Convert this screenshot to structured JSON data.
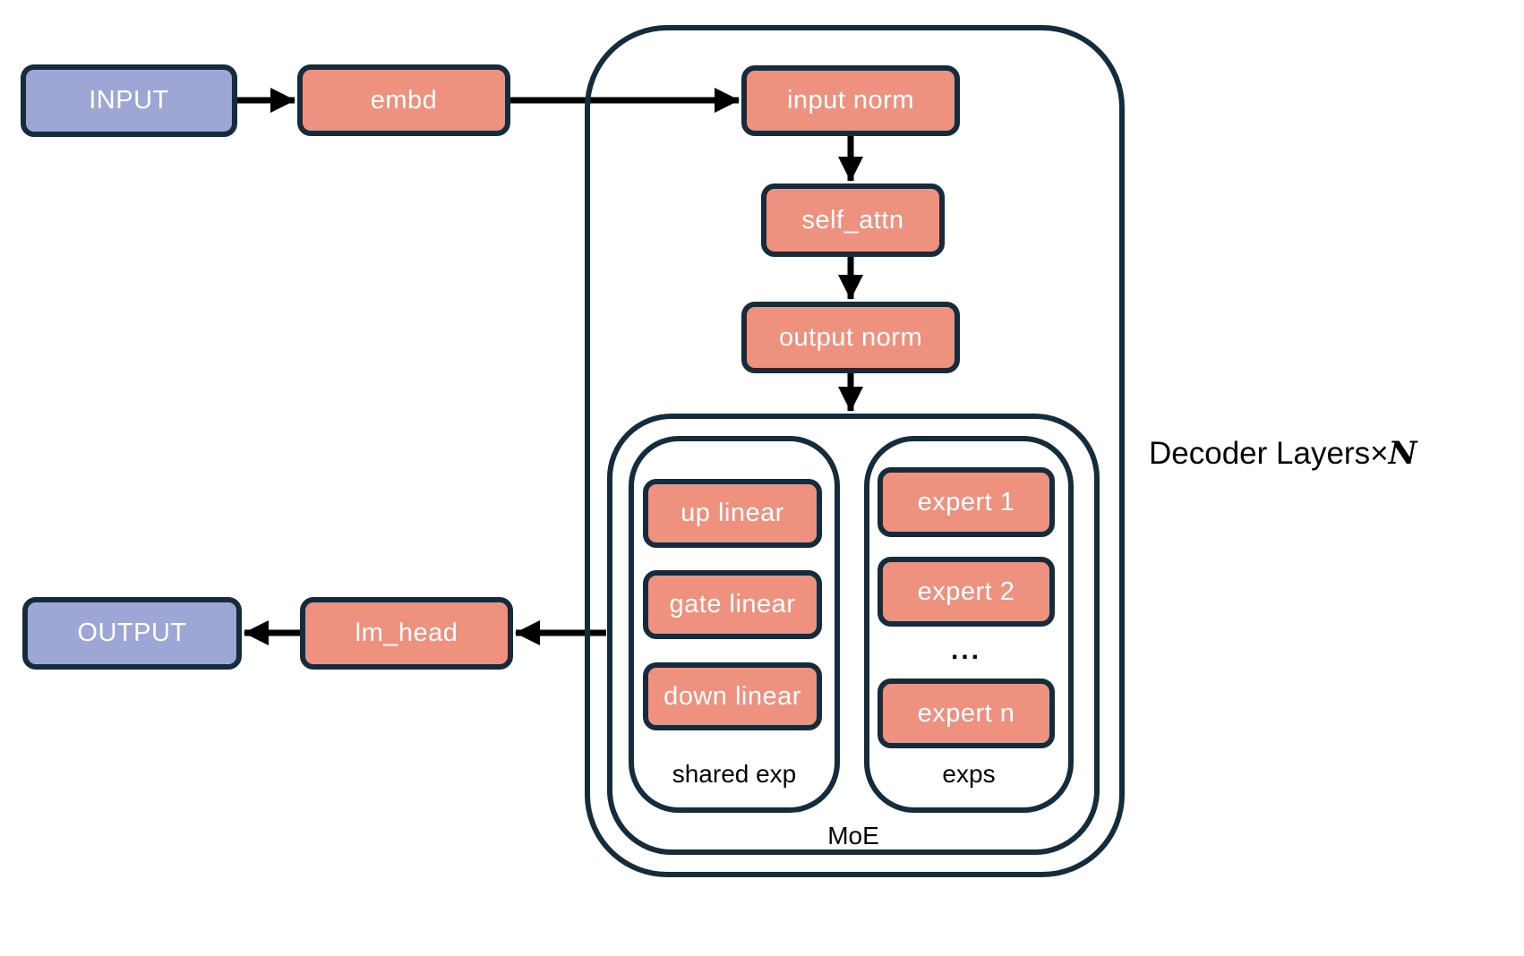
{
  "title_annotation": {
    "prefix": "Decoder Layers",
    "times": "×",
    "n": "N"
  },
  "io_nodes": {
    "input": "INPUT",
    "output": "OUTPUT"
  },
  "pipeline_nodes": {
    "embd": "embd",
    "lm_head": "lm_head",
    "input_norm": "input norm",
    "self_attn": "self_attn",
    "output_norm": "output norm"
  },
  "moe": {
    "label": "MoE",
    "shared_expert": {
      "label": "shared exp",
      "up_linear": "up linear",
      "gate_linear": "gate linear",
      "down_linear": "down linear"
    },
    "experts": {
      "label": "exps",
      "expert_1": "expert 1",
      "expert_2": "expert 2",
      "ellipsis": "...",
      "expert_n": "expert n"
    }
  },
  "colors": {
    "node_fill": "#EF917F",
    "io_fill": "#9DA6D5",
    "outline": "#142C3B",
    "arrow": "#000000",
    "node_text": "#FFFFFF",
    "label_text": "#000000"
  }
}
